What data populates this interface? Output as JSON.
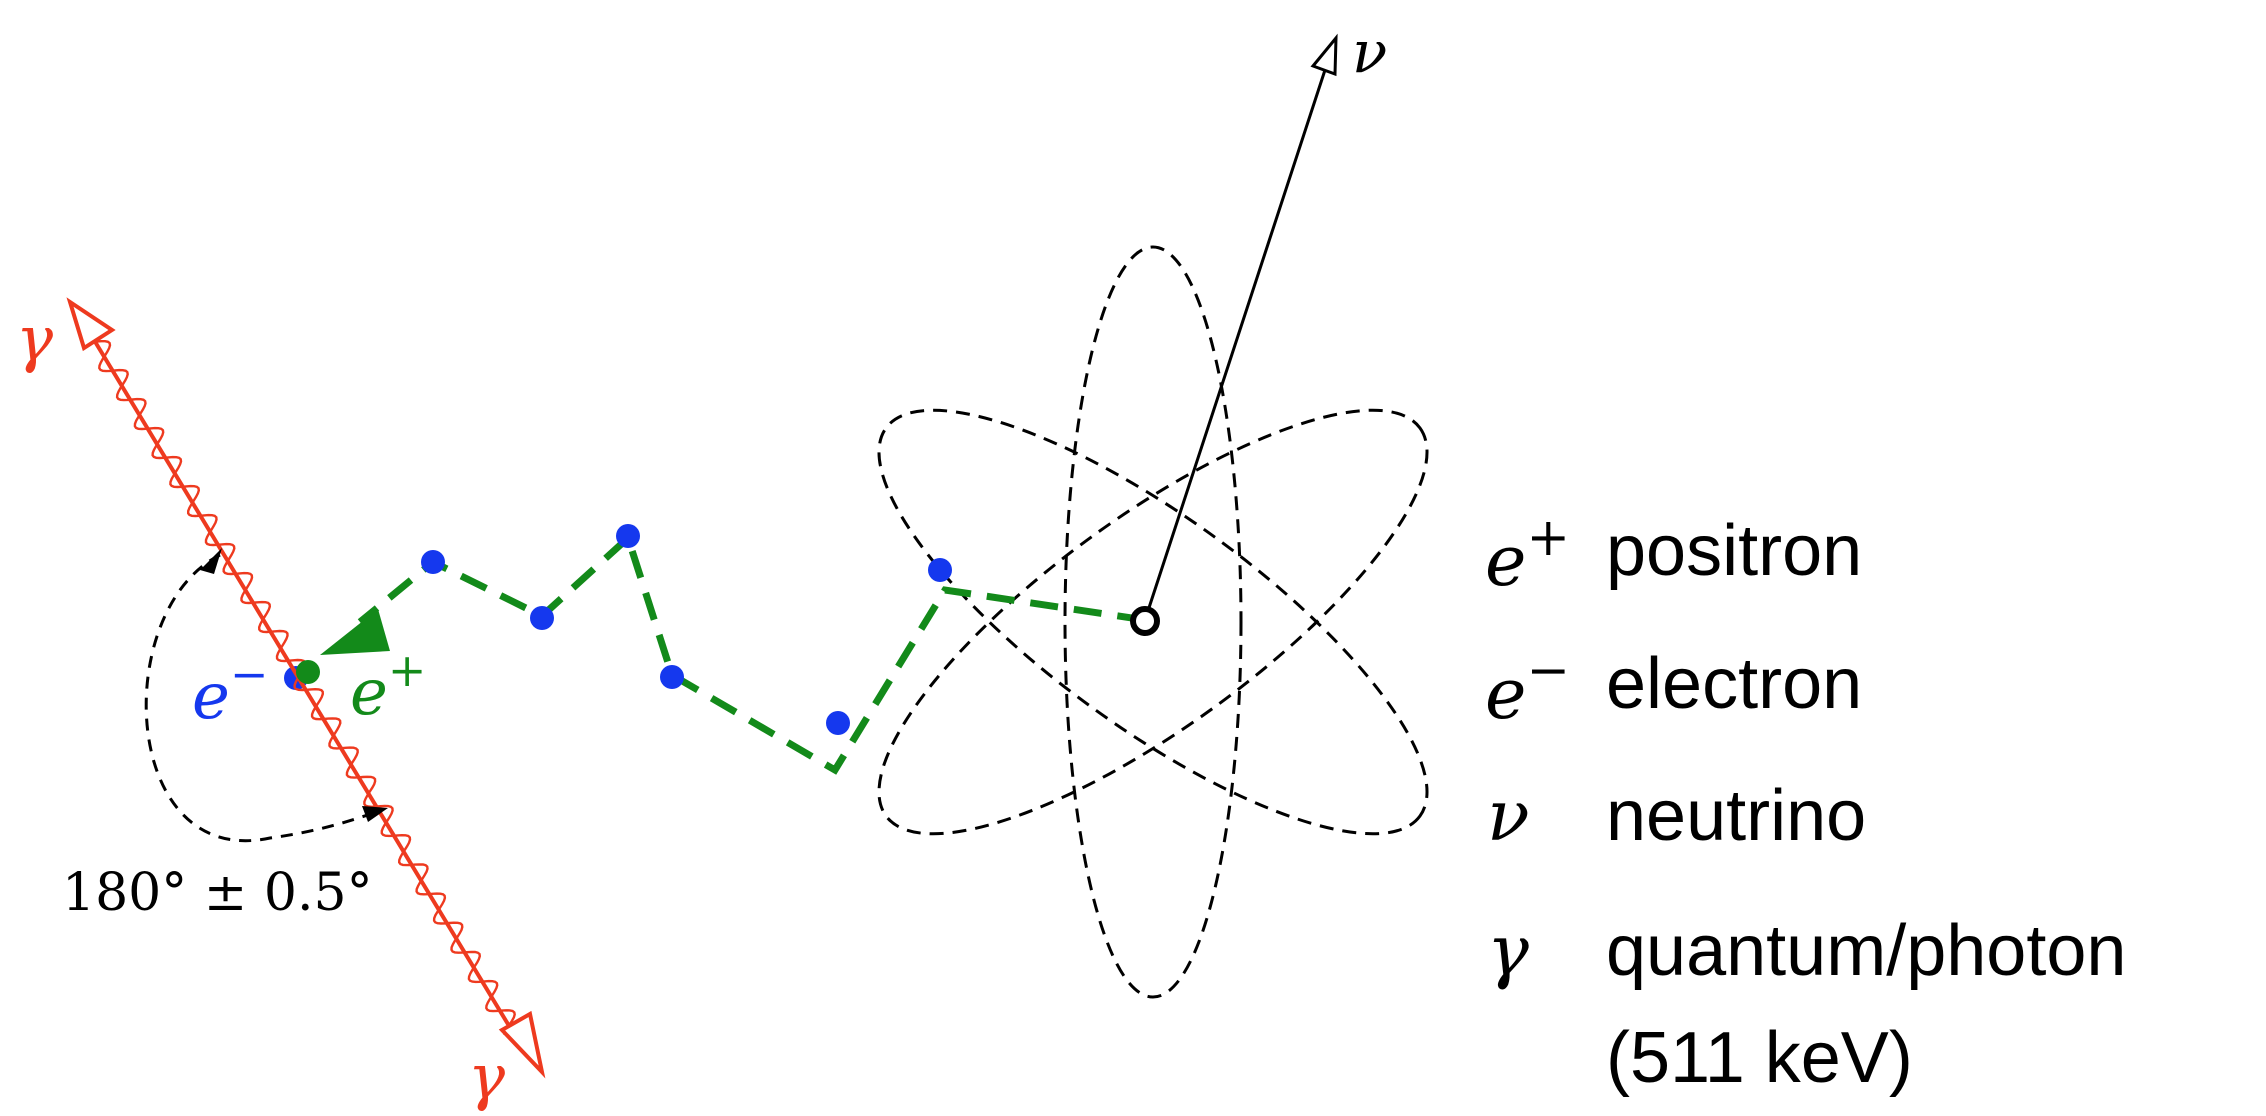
{
  "colors": {
    "photon": "#ee3a1f",
    "electron": "#1538ee",
    "positron": "#138a1a",
    "neutrino": "#000000",
    "orbit": "#000000"
  },
  "particles": {
    "electron_symbol": "e",
    "electron_sign": "−",
    "positron_symbol": "e",
    "positron_sign": "+",
    "neutrino_symbol": "ν",
    "gamma_top_symbol": "γ",
    "gamma_bottom_symbol": "γ"
  },
  "angle_label": "180° ± 0.5°",
  "legend": {
    "items": [
      {
        "symbol": "e",
        "sup": "+",
        "label": "positron"
      },
      {
        "symbol": "e",
        "sup": "−",
        "label": "electron"
      },
      {
        "symbol": "ν",
        "sup": "",
        "label": "neutrino"
      },
      {
        "symbol": "γ",
        "sup": "",
        "label": "quantum/photon",
        "label2": "(511 keV)"
      }
    ]
  }
}
